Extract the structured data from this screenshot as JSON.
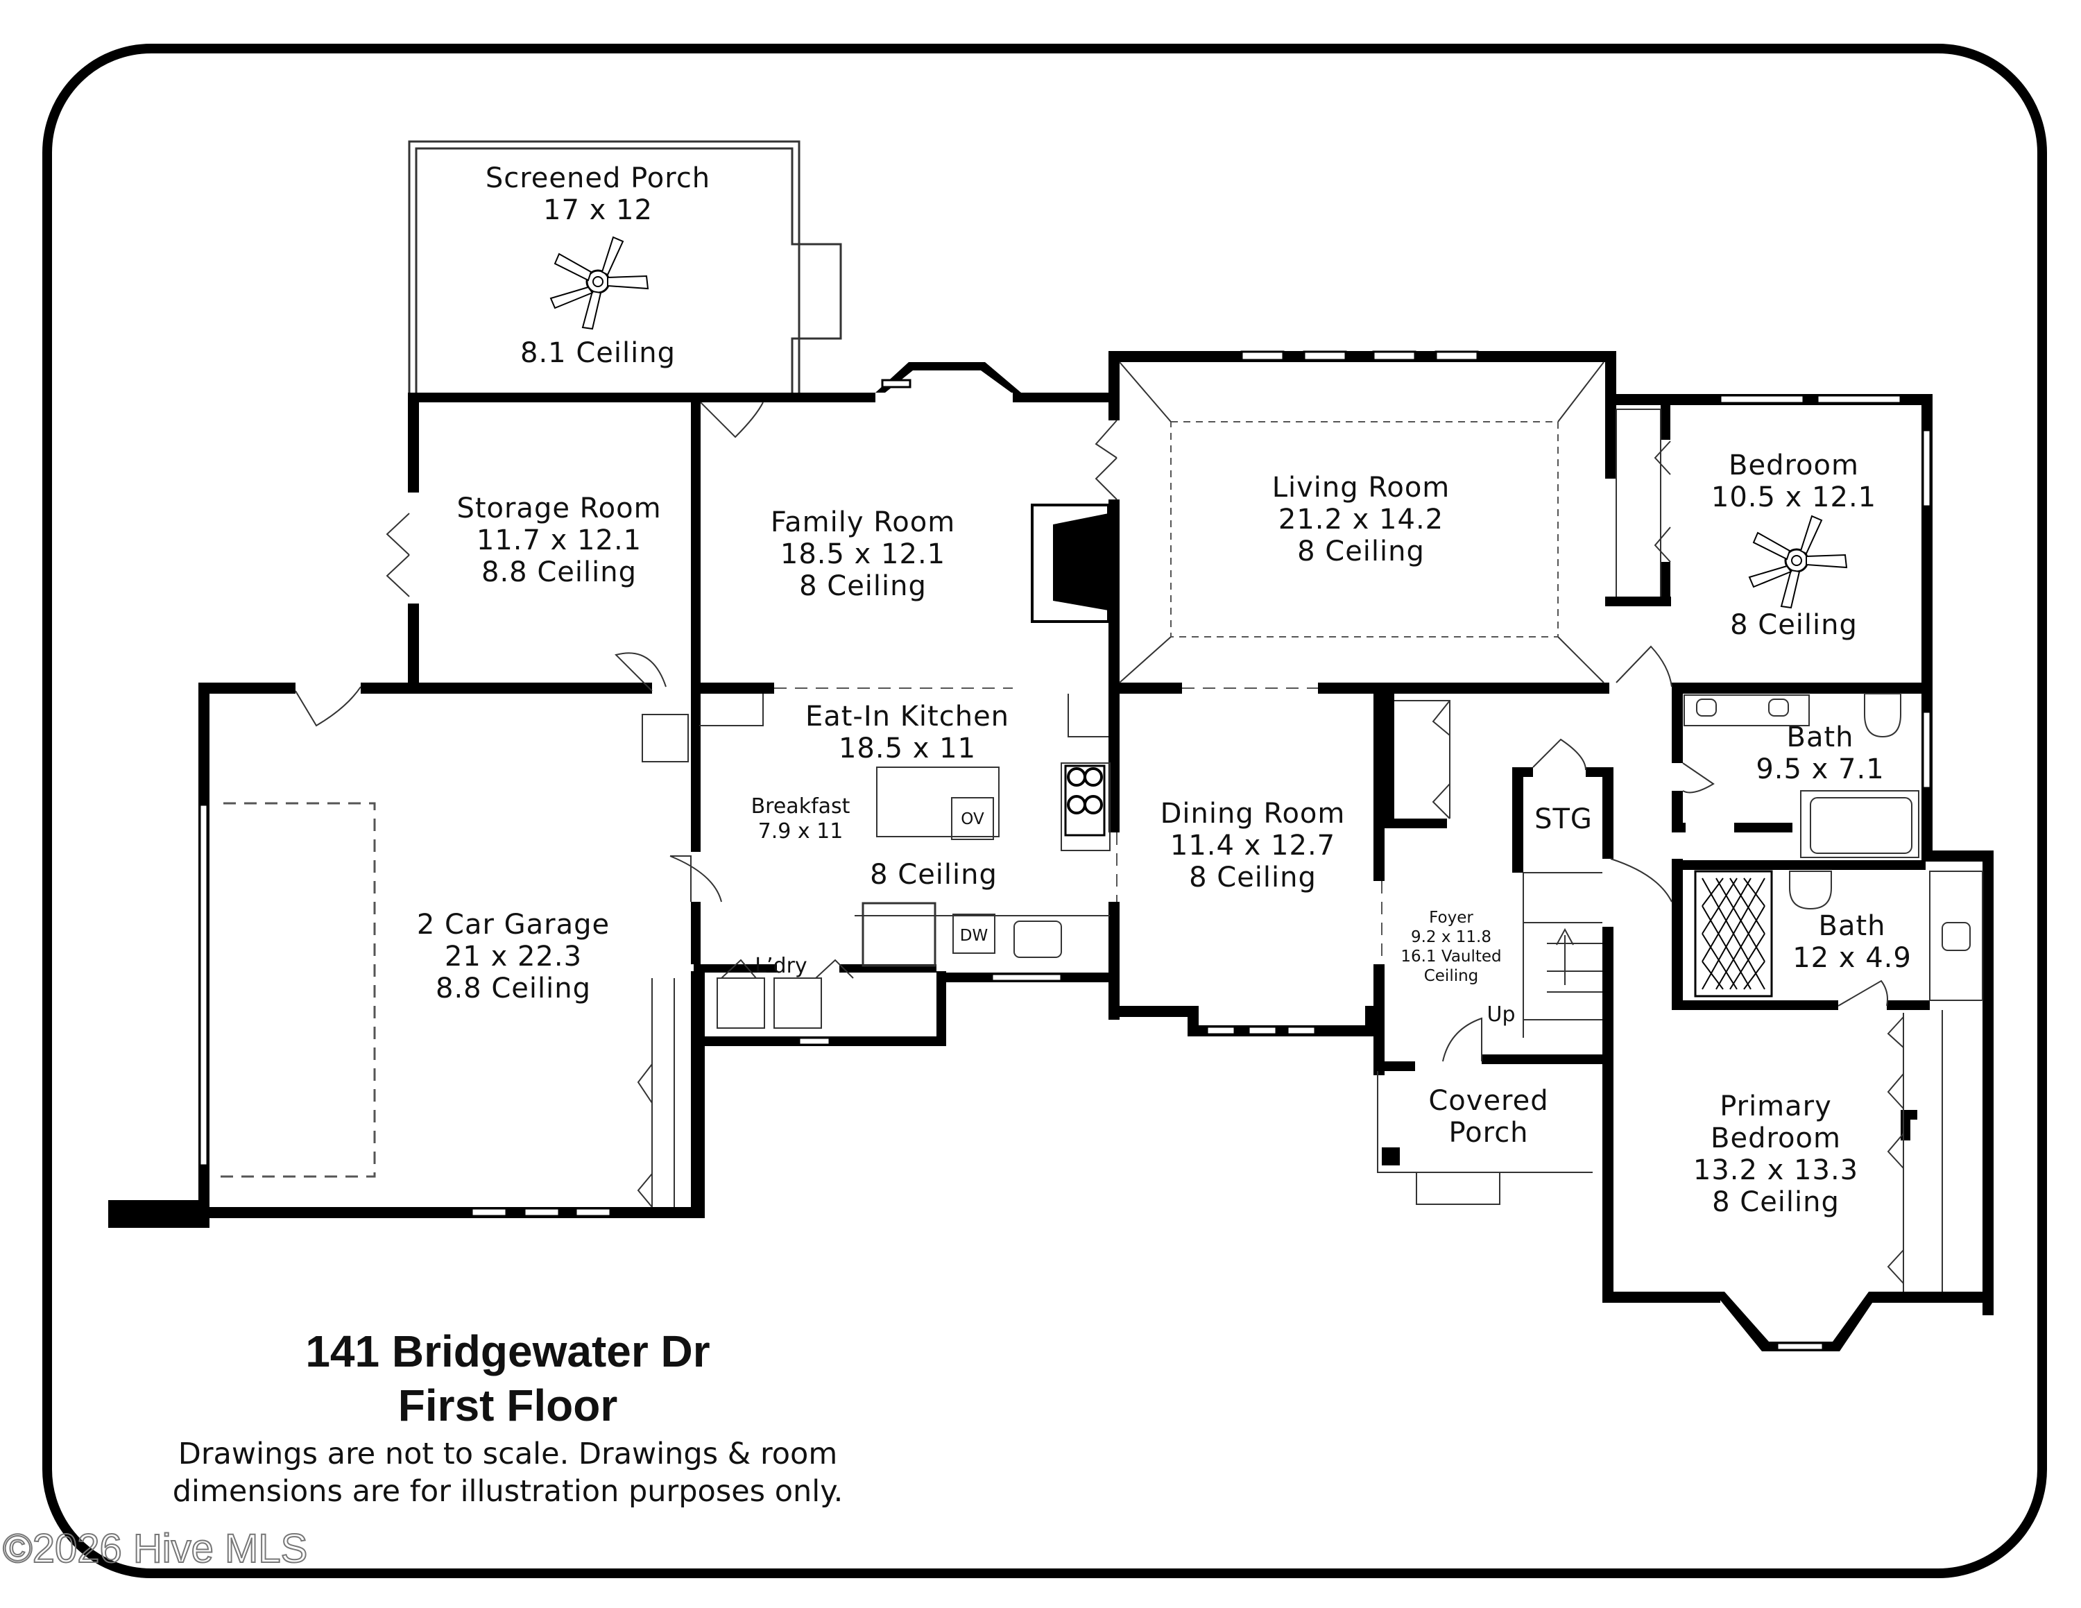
{
  "title": {
    "address": "141 Bridgewater Dr",
    "floor": "First Floor",
    "disclaimer_line1": "Drawings are not to scale. Drawings & room",
    "disclaimer_line2": "dimensions are for illustration purposes only."
  },
  "watermark": "©2026 Hive MLS",
  "rooms": {
    "screened_porch": {
      "name": "Screened Porch",
      "dims": "17 x 12",
      "ceiling": "8.1 Ceiling"
    },
    "storage_room": {
      "name": "Storage Room",
      "dims": "11.7 x 12.1",
      "ceiling": "8.8 Ceiling"
    },
    "family_room": {
      "name": "Family Room",
      "dims": "18.5 x 12.1",
      "ceiling": "8 Ceiling"
    },
    "living_room": {
      "name": "Living Room",
      "dims": "21.2 x 14.2",
      "ceiling": "8 Ceiling"
    },
    "bedroom": {
      "name": "Bedroom",
      "dims": "10.5 x 12.1",
      "ceiling": "8 Ceiling"
    },
    "kitchen": {
      "name": "Eat-In Kitchen",
      "dims": "18.5 x 11",
      "ceiling": "8 Ceiling"
    },
    "breakfast": {
      "name": "Breakfast",
      "dims": "7.9 x 11"
    },
    "garage": {
      "name": "2 Car Garage",
      "dims": "21 x 22.3",
      "ceiling": "8.8 Ceiling"
    },
    "dining_room": {
      "name": "Dining Room",
      "dims": "11.4 x 12.7",
      "ceiling": "8 Ceiling"
    },
    "foyer": {
      "name": "Foyer",
      "dims": "9.2 x 11.8",
      "ceiling_line1": "16.1 Vaulted",
      "ceiling_line2": "Ceiling"
    },
    "stg": {
      "name": "STG"
    },
    "bath1": {
      "name": "Bath",
      "dims": "9.5 x 7.1"
    },
    "bath2": {
      "name": "Bath",
      "dims": "12 x 4.9"
    },
    "primary_bedroom": {
      "name_line1": "Primary",
      "name_line2": "Bedroom",
      "dims": "13.2 x 13.3",
      "ceiling": "8 Ceiling"
    },
    "covered_porch": {
      "name_line1": "Covered",
      "name_line2": "Porch"
    },
    "laundry": {
      "name": "L’dry"
    }
  },
  "fixtures": {
    "oven": "OV",
    "dishwasher": "DW",
    "stairs_up": "Up"
  }
}
